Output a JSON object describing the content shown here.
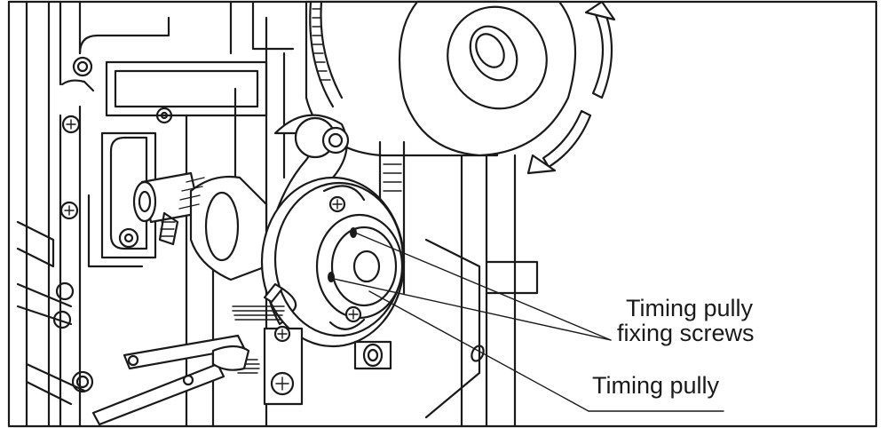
{
  "labels": {
    "screws_line1": "Timing pully",
    "screws_line2": "fixing screws",
    "pulley": "Timing pully"
  },
  "icons": [
    "rotation-arrow-icon"
  ]
}
